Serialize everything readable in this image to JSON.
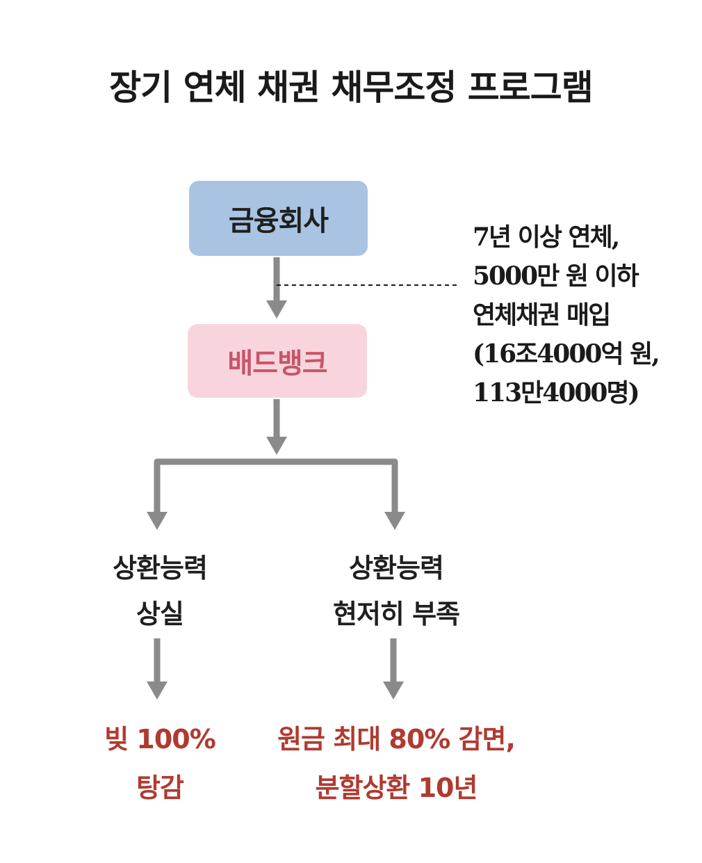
{
  "title": "장기 연체 채권 채무조정 프로그램",
  "nodes": {
    "financial_company": "금융회사",
    "bad_bank": "배드뱅크"
  },
  "note_lines": [
    "7년 이상 연체,",
    "5000만 원 이하",
    "연체채권 매입",
    "(16조4000억 원,",
    "113만4000명)"
  ],
  "branches": {
    "left": {
      "condition_lines": [
        "상환능력",
        "상실"
      ],
      "result_lines": [
        "빚 100%",
        "탕감"
      ]
    },
    "right": {
      "condition_lines": [
        "상환능력",
        "현저히 부족"
      ],
      "result_lines": [
        "원금 최대 80% 감면,",
        "분할상환 10년"
      ]
    }
  },
  "colors": {
    "financial_company_box": "#a9c4e2",
    "bad_bank_box": "#f8d5dc",
    "bad_bank_text": "#c7556b",
    "result_text": "#b03a30",
    "arrow": "#8a8a8a"
  }
}
